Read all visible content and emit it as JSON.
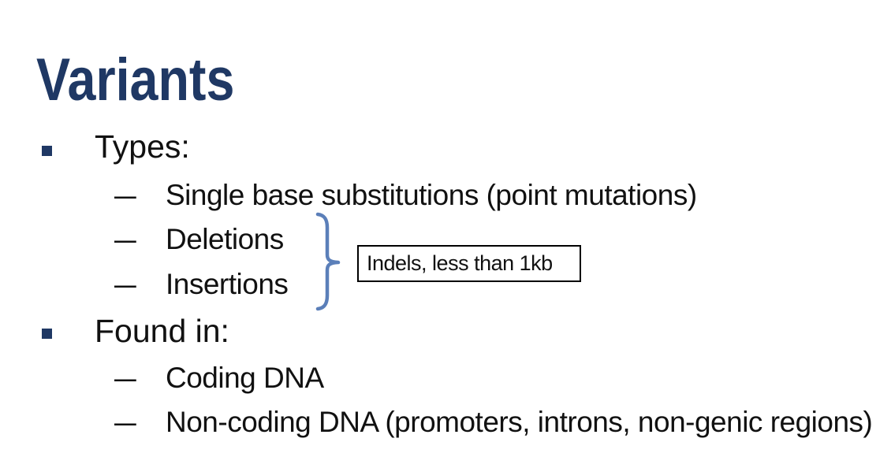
{
  "slide": {
    "title": "Variants",
    "dash": "–",
    "sections": [
      {
        "heading": "Types:",
        "items": [
          "Single base substitutions (point mutations)",
          "Deletions",
          "Insertions"
        ]
      },
      {
        "heading": "Found in:",
        "items": [
          "Coding DNA",
          "Non-coding DNA (promoters, introns, non-genic regions)"
        ]
      }
    ],
    "callout": {
      "label": "Indels, less than 1kb"
    },
    "annotation": {
      "brace_groups": [
        "Deletions",
        "Insertions"
      ],
      "brace_points_to": "Indels, less than 1kb"
    },
    "colors": {
      "title": "#1F3864",
      "bullet_square": "#1F3864",
      "brace": "#5B7FB9",
      "body_text": "#111111",
      "callout_border": "#000000",
      "background": "#FFFFFF"
    }
  }
}
